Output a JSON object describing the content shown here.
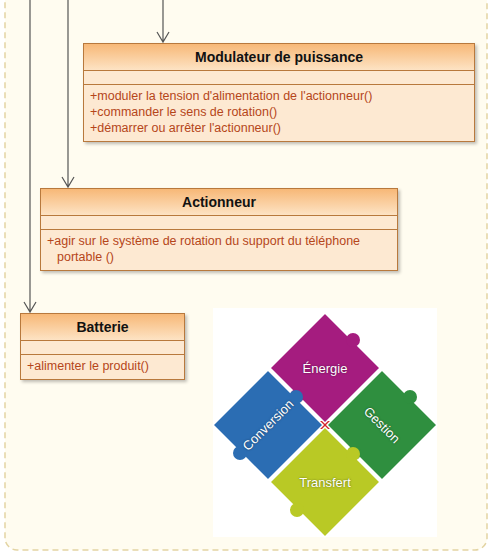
{
  "diagram": {
    "nodes": [
      {
        "text": [
          "Modulateur de puissance",
          "+moduler la tension d'alimentation de l'actionneur()",
          "+commander le sens de rotation()",
          "+démarrer ou arrêter l'actionneur()"
        ]
      },
      {
        "text": [
          "Actionneur",
          "+agir sur le système de rotation du support du téléphone portable ()"
        ]
      },
      {
        "text": [
          "Batterie",
          "+alimenter le produit()"
        ]
      },
      {
        "text": [
          "Énergie"
        ]
      },
      {
        "text": [
          "Conversion"
        ]
      },
      {
        "text": [
          "Gestion"
        ]
      },
      {
        "text": [
          "Transfert"
        ]
      }
    ]
  }
}
